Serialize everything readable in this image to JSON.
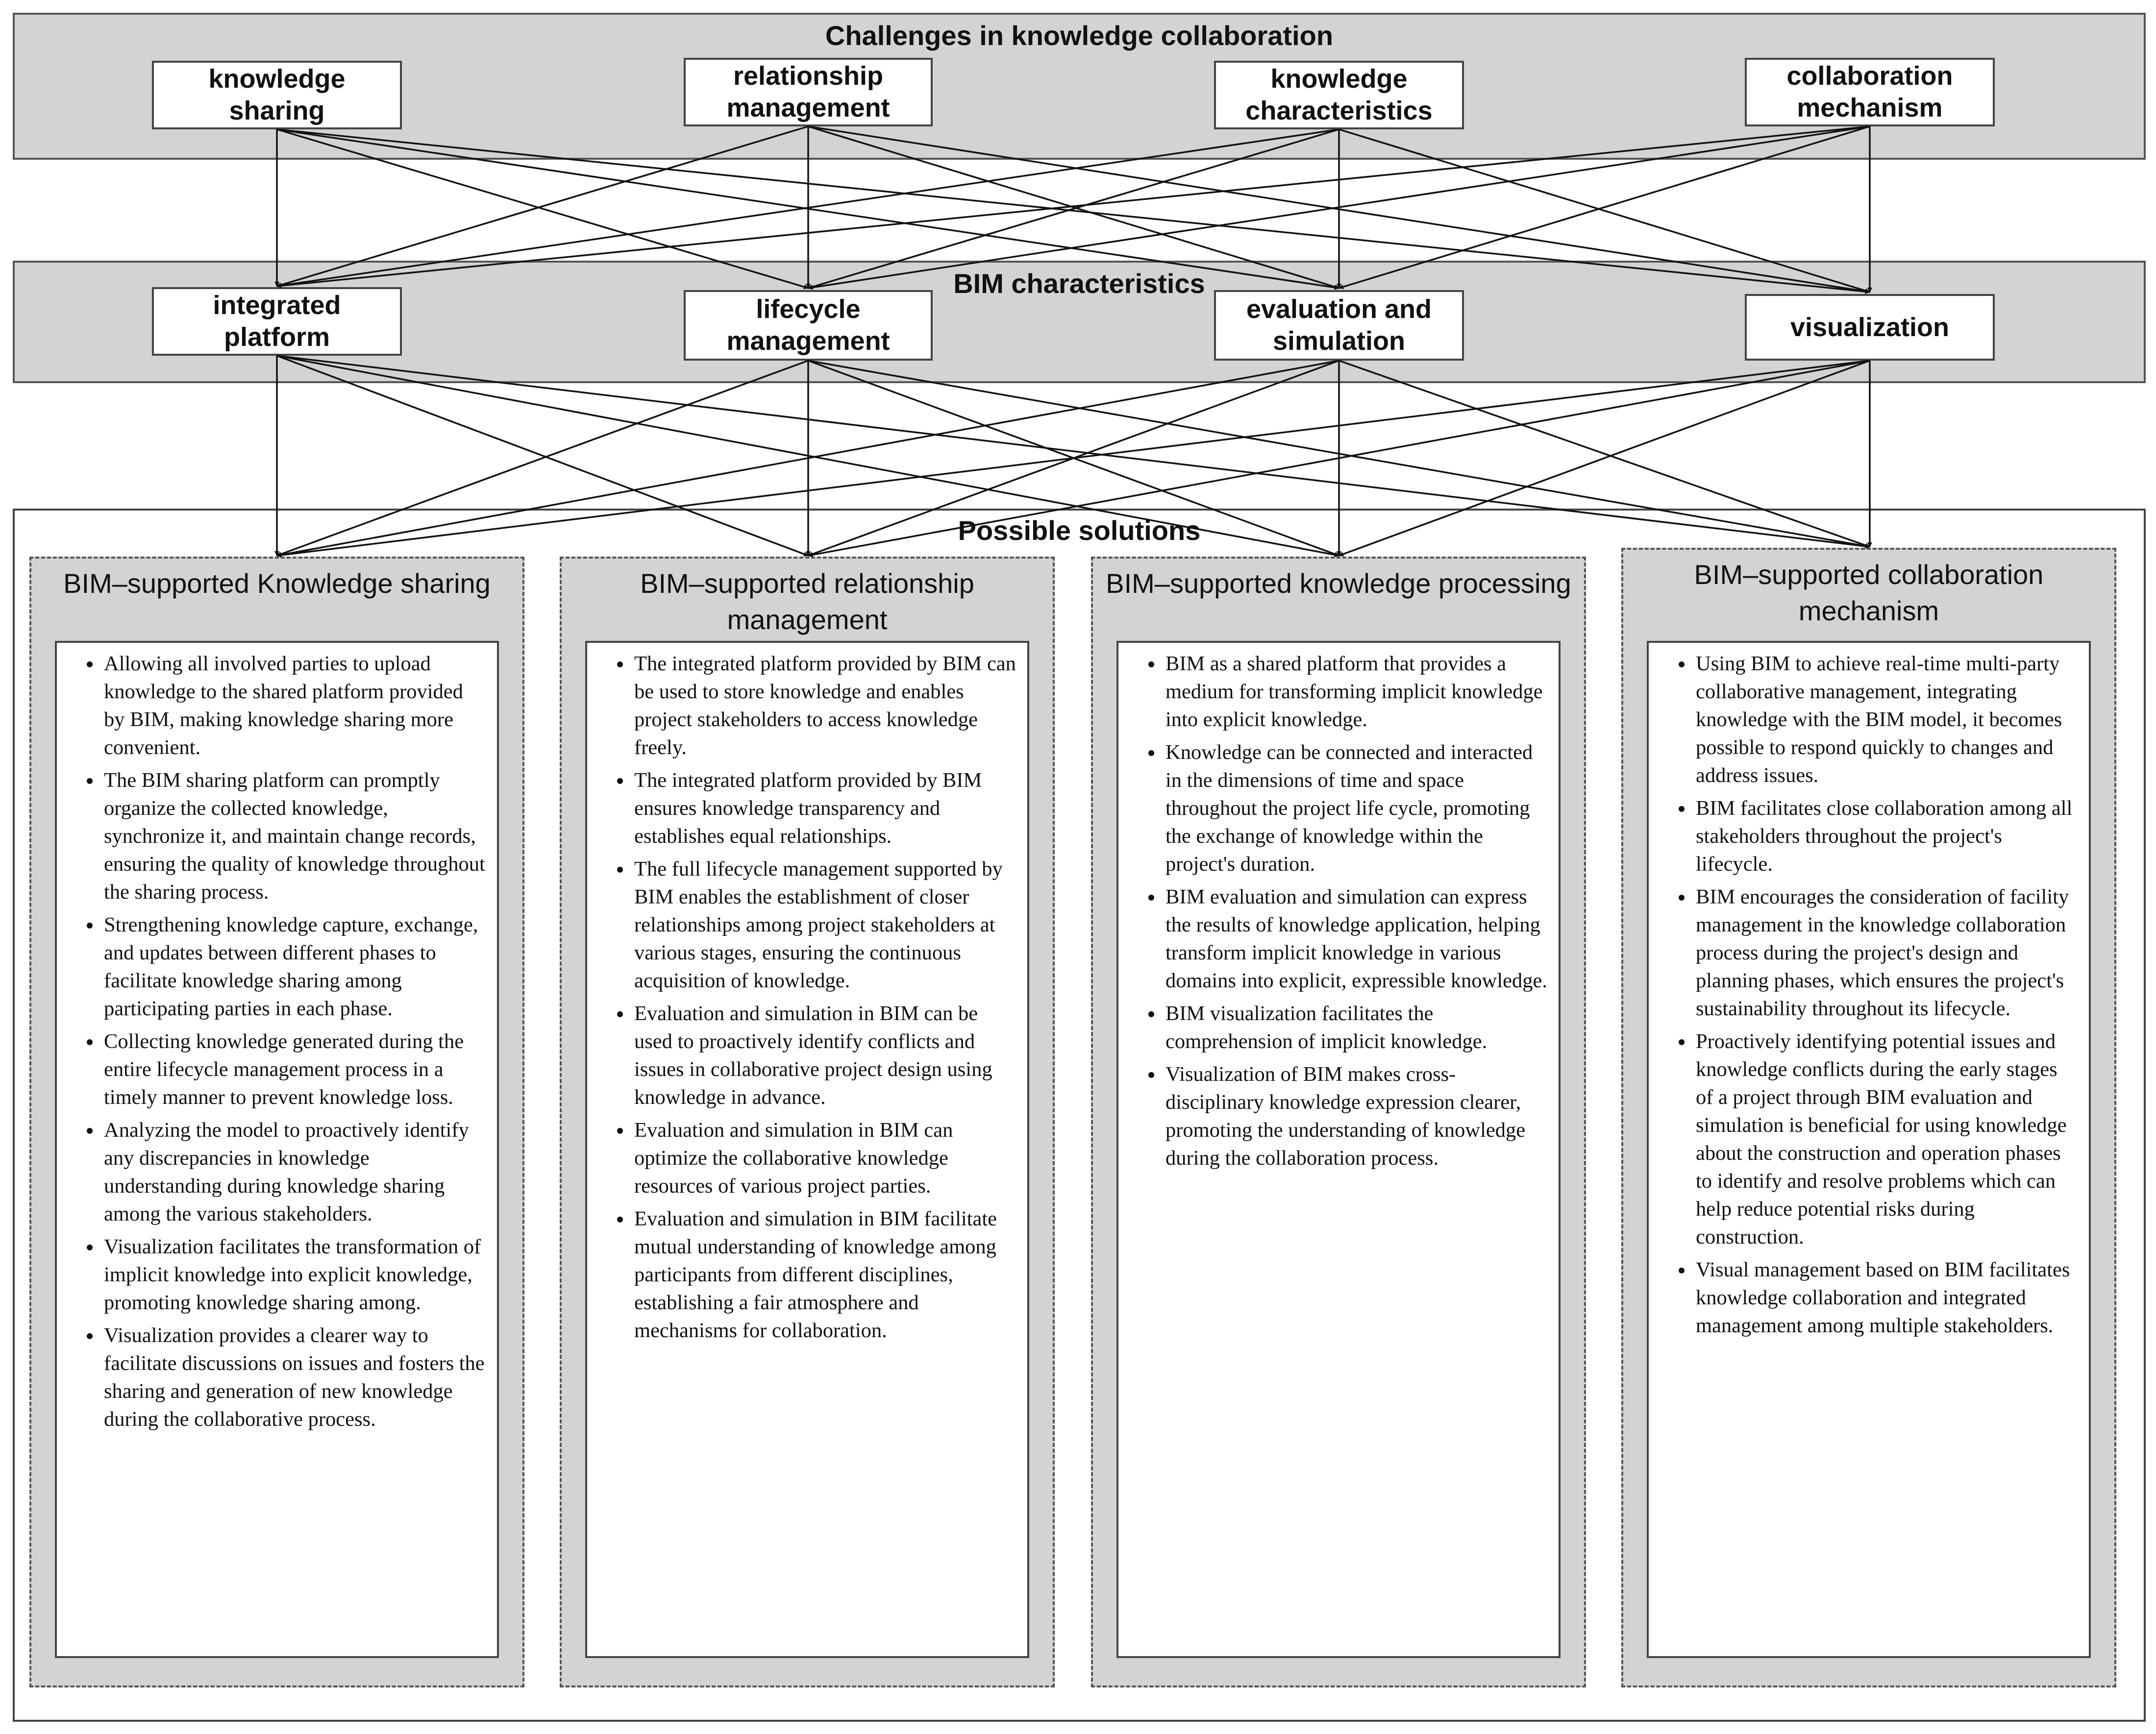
{
  "challenges": {
    "title": "Challenges in knowledge collaboration",
    "nodes": [
      {
        "label": "knowledge\nsharing"
      },
      {
        "label": "relationship\nmanagement"
      },
      {
        "label": "knowledge\ncharacteristics"
      },
      {
        "label": "collaboration\nmechanism"
      }
    ]
  },
  "bim": {
    "title": "BIM characteristics",
    "nodes": [
      {
        "label": "integrated\nplatform"
      },
      {
        "label": "lifecycle\nmanagement"
      },
      {
        "label": "evaluation and\nsimulation"
      },
      {
        "label": "visualization"
      }
    ]
  },
  "solutions": {
    "title": "Possible solutions",
    "columns": [
      {
        "title": "BIM–supported Knowledge sharing",
        "items": [
          "Allowing all involved parties to upload knowledge to the shared platform provided by BIM, making knowledge sharing more convenient.",
          "The BIM sharing platform can promptly organize the collected knowledge, synchronize it, and maintain change records, ensuring the quality of knowledge throughout the sharing process.",
          "Strengthening knowledge capture, exchange, and updates between different phases to facilitate knowledge sharing among participating parties in each phase.",
          "Collecting knowledge generated during the entire lifecycle management process in a timely manner to prevent knowledge loss.",
          "Analyzing the model to proactively identify any discrepancies in knowledge understanding during knowledge sharing among the various stakeholders.",
          "Visualization facilitates the transformation of implicit knowledge into explicit knowledge, promoting knowledge sharing among.",
          "Visualization provides a clearer way to facilitate discussions on issues and fosters the sharing and generation of new knowledge during the collaborative process."
        ]
      },
      {
        "title": "BIM–supported relationship management",
        "items": [
          "The integrated platform provided by BIM can be used to store knowledge and enables project stakeholders to access knowledge freely.",
          "The integrated platform provided by BIM ensures knowledge transparency and establishes equal relationships.",
          "The full lifecycle management supported by BIM enables the establishment of closer relationships among project stakeholders at various stages, ensuring the continuous acquisition of knowledge.",
          "Evaluation and simulation in BIM can be used to proactively identify conflicts and issues in collaborative project design using knowledge in advance.",
          "Evaluation and simulation in BIM can optimize the collaborative knowledge resources of various project parties.",
          "Evaluation and simulation in BIM facilitate mutual understanding of knowledge among participants from different disciplines, establishing a fair atmosphere and mechanisms for collaboration."
        ]
      },
      {
        "title": "BIM–supported knowledge processing",
        "items": [
          "BIM as a shared platform that provides a medium for transforming implicit knowledge into explicit knowledge.",
          "Knowledge can be connected and interacted in the dimensions of time and space throughout the project life cycle, promoting the exchange of knowledge within the project's duration.",
          "BIM evaluation and simulation can express the results of knowledge application, helping transform implicit knowledge in various domains into explicit, expressible knowledge.",
          "BIM visualization facilitates the comprehension of implicit knowledge.",
          "Visualization of BIM makes cross-disciplinary knowledge expression clearer, promoting the understanding of knowledge during the collaboration process."
        ]
      },
      {
        "title": "BIM–supported collaboration mechanism",
        "items": [
          "Using BIM to achieve real-time multi-party collaborative management, integrating knowledge with the BIM model, it becomes possible to respond quickly to changes and address issues.",
          "BIM facilitates close collaboration among all stakeholders throughout the project's lifecycle.",
          "BIM encourages the consideration of facility management in the knowledge collaboration process during the project's design and planning phases, which ensures the project's sustainability throughout its lifecycle.",
          "Proactively identifying potential issues and knowledge conflicts during the early stages of a project through BIM evaluation and simulation is beneficial for using knowledge about the construction and operation phases to identify and resolve problems which can help reduce potential risks during construction.",
          "Visual management based on BIM facilitates knowledge collaboration and integrated management among multiple stakeholders."
        ]
      }
    ]
  }
}
